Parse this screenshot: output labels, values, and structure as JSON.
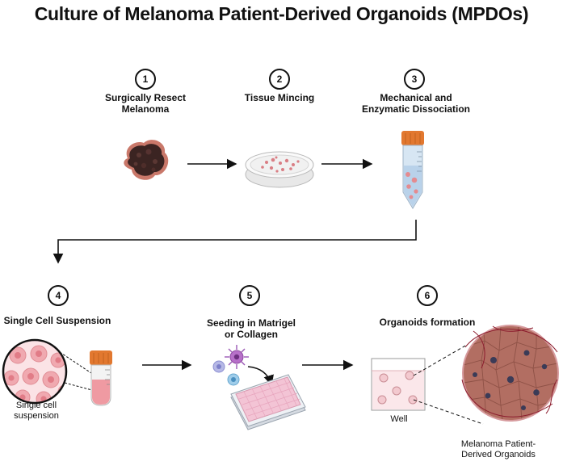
{
  "title": "Culture of Melanoma Patient-Derived Organoids (MPDOs)",
  "steps": [
    {
      "num": "1",
      "label_lines": [
        "Surgically Resect",
        "Melanoma"
      ]
    },
    {
      "num": "2",
      "label_lines": [
        "Tissue Mincing"
      ]
    },
    {
      "num": "3",
      "label_lines": [
        "Mechanical and",
        "Enzymatic Dissociation"
      ]
    },
    {
      "num": "4",
      "label_lines": [
        "Single Cell Suspension"
      ]
    },
    {
      "num": "5",
      "label_lines": [
        "Seeding in Matrigel",
        "or Collagen"
      ]
    },
    {
      "num": "6",
      "label_lines": [
        "Organoids formation"
      ]
    }
  ],
  "captions": {
    "single_cell": [
      "Single cell",
      "suspension"
    ],
    "well": "Well",
    "organoid": [
      "Melanoma Patient-",
      "Derived Organoids"
    ]
  },
  "colors": {
    "tube_cap": "#e2782f",
    "tube_body": "#d7e6f3",
    "cell_pink": "#f0a9b0",
    "organoid": "#b26e62",
    "tumor": "#3b2422"
  }
}
